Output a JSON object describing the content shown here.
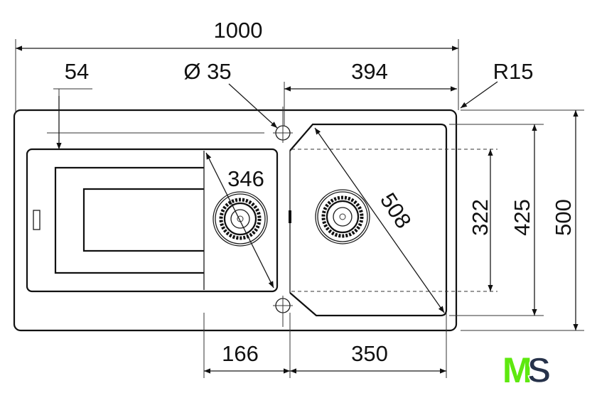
{
  "diagram": {
    "dimensions": {
      "overall_width": "1000",
      "drainer_offset": "54",
      "tap_hole": "Ø 35",
      "bowl_offset": "394",
      "corner_radius": "R15",
      "small_bowl_diagonal": "346",
      "large_bowl_diagonal": "508",
      "inner_depth": "322",
      "bowl_depth": "425",
      "overall_depth": "500",
      "small_bowl_width": "166",
      "large_bowl_width": "350"
    },
    "logo": {
      "letter_1": "M",
      "letter_2": "S",
      "color_1": "#5ee80f",
      "color_2": "#26324a"
    }
  }
}
